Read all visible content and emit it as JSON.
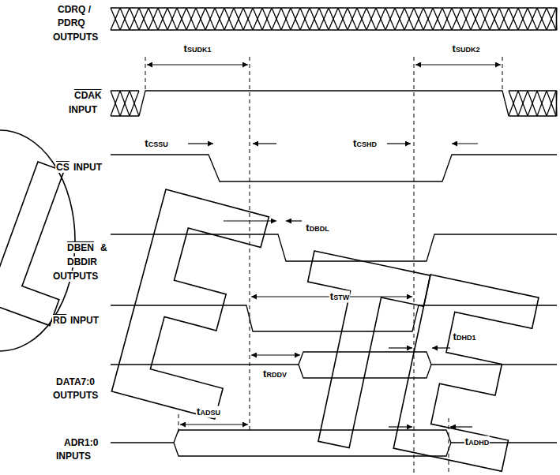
{
  "diagram": {
    "labels": [
      "CDRQ /",
      "PDRQ",
      "OUTPUTS",
      "CDAK",
      "INPUT",
      "CS",
      "INPUT",
      "DBEN",
      "&",
      "DBDIR",
      "OUTPUTS",
      "RD",
      "INPUT",
      "DATA7:0",
      "OUTPUTS",
      "ADR1:0",
      "INPUTS",
      "tSUDK1",
      "tSUDK2",
      "tCSSU",
      "tCSHD",
      "tDBDL",
      "tSTW",
      "tRDDV",
      "tDHD1",
      "tADSU",
      "tADHD"
    ]
  }
}
